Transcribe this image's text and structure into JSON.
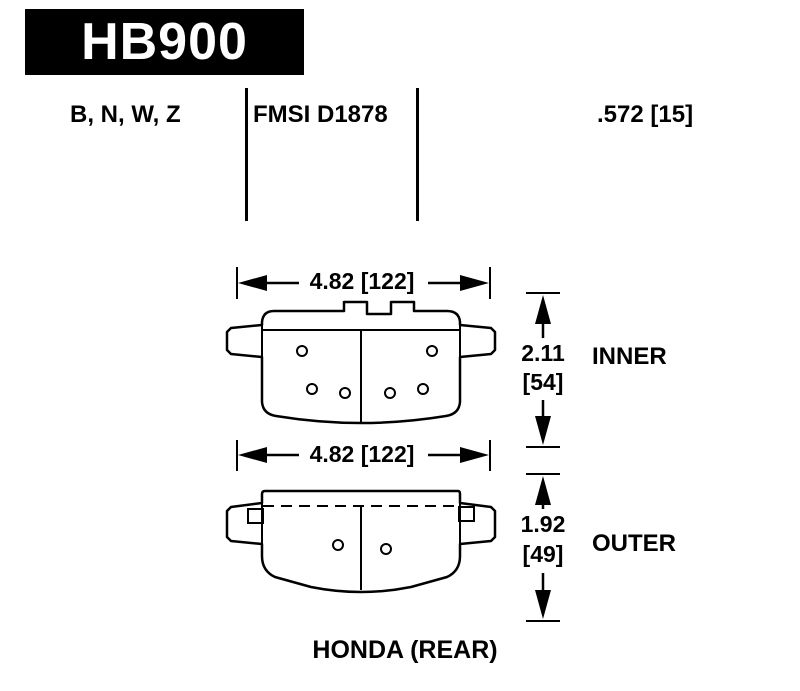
{
  "header": {
    "part_number": "HB900"
  },
  "specs": {
    "compounds": "B, N, W, Z",
    "fmsi": "FMSI D1878",
    "thickness": ".572 [15]"
  },
  "inner": {
    "width": "4.82 [122]",
    "height_value": "2.11",
    "height_bracket": "[54]",
    "label": "INNER"
  },
  "outer": {
    "width": "4.82 [122]",
    "height_value": "1.92",
    "height_bracket": "[49]",
    "label": "OUTER"
  },
  "footer": {
    "application": "HONDA (REAR)"
  },
  "colors": {
    "ink": "#000000",
    "background": "#ffffff"
  }
}
